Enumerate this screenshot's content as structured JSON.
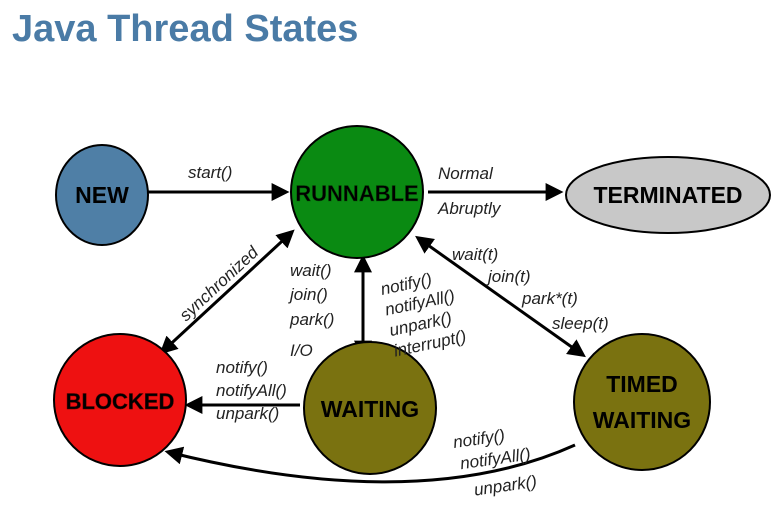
{
  "title": "Java Thread States",
  "states": {
    "new": {
      "label": "NEW",
      "color": "#4f7fa6"
    },
    "runnable": {
      "label": "RUNNABLE",
      "color": "#0a8a12"
    },
    "terminated": {
      "label": "TERMINATED",
      "color": "#c8c8c8"
    },
    "blocked": {
      "label": "BLOCKED",
      "color": "#ee1111"
    },
    "waiting": {
      "label": "WAITING",
      "color": "#7a7210"
    },
    "timed_waiting": {
      "label_line1": "TIMED",
      "label_line2": "WAITING",
      "color": "#7a7210"
    }
  },
  "edges": {
    "start": "start()",
    "normal": "Normal",
    "abruptly": "Abruptly",
    "synchronized": "synchronized",
    "to_waiting": [
      "wait()",
      "join()",
      "park()",
      "I/O"
    ],
    "from_waiting": [
      "notify()",
      "notifyAll()",
      "unpark()",
      "interrupt()"
    ],
    "to_timed": [
      "wait(t)",
      "join(t)",
      "park*(t)",
      "sleep(t)"
    ],
    "waiting_to_blocked": [
      "notify()",
      "notifyAll()",
      "unpark()"
    ],
    "timed_to_blocked": [
      "notify()",
      "notifyAll()",
      "unpark()"
    ]
  }
}
